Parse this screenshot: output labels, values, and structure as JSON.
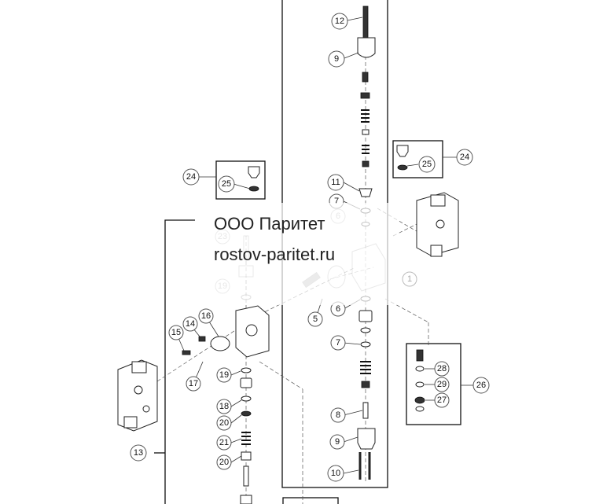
{
  "watermark": {
    "company": "ООО Паритет",
    "site": "rostov-paritet.ru"
  },
  "callouts": {
    "c12": "12",
    "c9a": "9",
    "c11": "11",
    "c7a": "7",
    "c6a": "6",
    "c1": "1",
    "c5": "5",
    "c6b": "6",
    "c7b": "7",
    "c8": "8",
    "c9b": "9",
    "c10": "10",
    "c24a": "24",
    "c25a": "25",
    "c24b": "24",
    "c25b": "25",
    "c23": "23",
    "c19a": "19",
    "c16": "16",
    "c14": "14",
    "c15": "15",
    "c17": "17",
    "c19b": "19",
    "c18": "18",
    "c20a": "20",
    "c21": "21",
    "c20b": "20",
    "c13": "13",
    "c26": "26",
    "c28": "28",
    "c29": "29",
    "c27": "27"
  }
}
